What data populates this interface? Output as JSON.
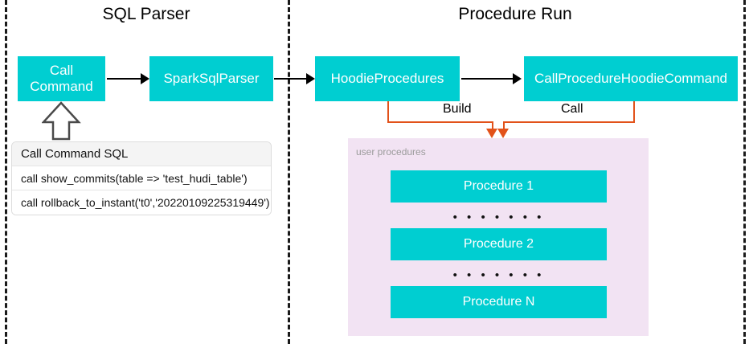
{
  "sections": [
    {
      "title": "SQL Parser"
    },
    {
      "title": "Procedure Run"
    }
  ],
  "nodes": {
    "call_command": "Call\nCommand",
    "call_command_line1": "Call",
    "call_command_line2": "Command",
    "spark_sql_parser": "SparkSqlParser",
    "hoodie_procedures": "HoodieProcedures",
    "call_procedure_hoodie_command": "CallProcedureHoodieCommand"
  },
  "connector_labels": {
    "build": "Build",
    "call": "Call"
  },
  "sql_table": {
    "header": "Call Command SQL",
    "rows": [
      "call show_commits(table => 'test_hudi_table')",
      "call rollback_to_instant('t0','20220109225319449')"
    ]
  },
  "procedures_panel": {
    "label": "user procedures",
    "items": [
      "Procedure 1",
      "Procedure 2",
      "Procedure N"
    ],
    "separator": "• • • • • • •"
  },
  "colors": {
    "teal": "#00CED1",
    "orange": "#E2521A",
    "panel_lavender": "#F2E3F3",
    "divider": "#1a1a1a",
    "table_header_bg": "#f4f4f4",
    "label_gray": "#9b9b9b"
  }
}
